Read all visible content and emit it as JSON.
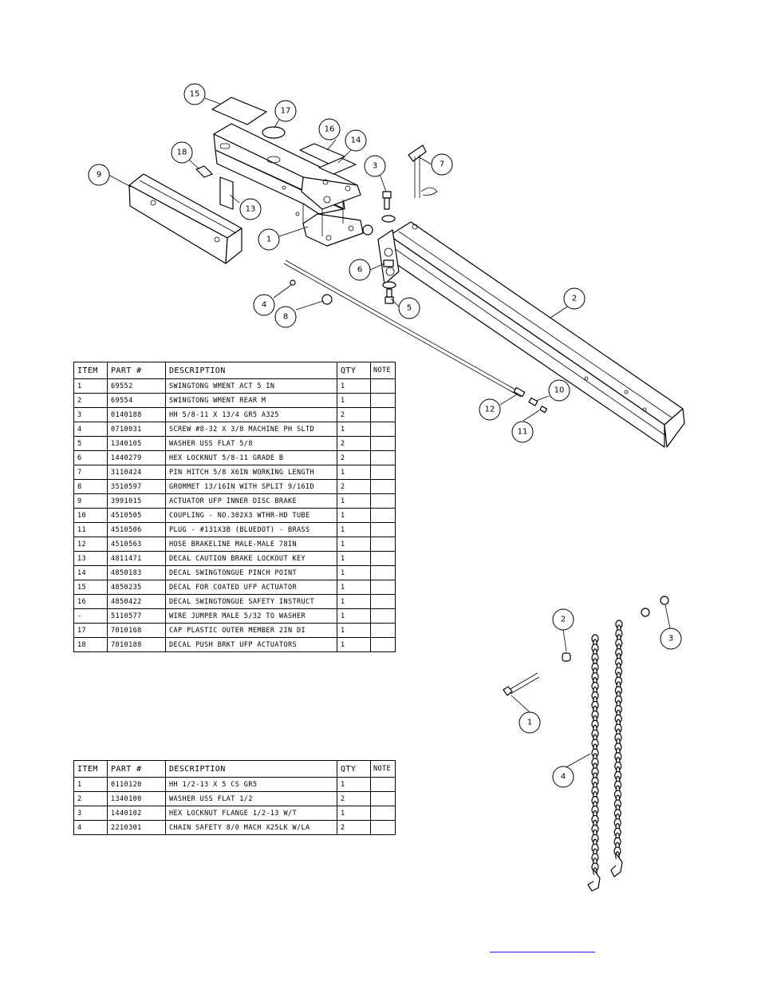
{
  "diagram1": {
    "callouts": [
      "1",
      "2",
      "3",
      "4",
      "5",
      "6",
      "7",
      "8",
      "9",
      "10",
      "11",
      "12",
      "13",
      "14",
      "15",
      "16",
      "17",
      "18"
    ]
  },
  "diagram2": {
    "callouts": [
      "1",
      "2",
      "3",
      "4"
    ]
  },
  "table1": {
    "headers": [
      "ITEM",
      "PART #",
      "DESCRIPTION",
      "QTY",
      "NOTE"
    ],
    "rows": [
      [
        "1",
        "69552",
        "SWINGTONG WMENT ACT 5 IN",
        "1",
        ""
      ],
      [
        "2",
        "69554",
        "SWINGTONG WMENT REAR M",
        "1",
        ""
      ],
      [
        "3",
        "0140188",
        "HH 5/8-11 X 13/4  GR5 A325",
        "2",
        ""
      ],
      [
        "4",
        "0710031",
        "SCREW #8-32 X 3/8 MACHINE PH SLTD",
        "1",
        ""
      ],
      [
        "5",
        "1340105",
        "WASHER USS FLAT 5/8",
        "2",
        ""
      ],
      [
        "6",
        "1440279",
        "HEX LOCKNUT 5/8-11 GRADE B",
        "2",
        ""
      ],
      [
        "7",
        "3110424",
        "PIN HITCH 5/8 X6IN WORKING LENGTH",
        "1",
        ""
      ],
      [
        "8",
        "3510597",
        "GROMMET 13/16IN  WITH SPLIT 9/16ID",
        "2",
        ""
      ],
      [
        "9",
        "3991015",
        "ACTUATOR UFP INNER  DISC BRAKE",
        "1",
        ""
      ],
      [
        "10",
        "4510505",
        "COUPLING - NO.302X3 WTHR-HD TUBE",
        "1",
        ""
      ],
      [
        "11",
        "4510506",
        "PLUG - #131X3B (BLUEDOT) - BRASS",
        "1",
        ""
      ],
      [
        "12",
        "4510563",
        "HOSE BRAKELINE MALE-MALE 78IN",
        "1",
        ""
      ],
      [
        "13",
        "4811471",
        "DECAL CAUTION BRAKE LOCKOUT KEY",
        "1",
        ""
      ],
      [
        "14",
        "4850183",
        "DECAL SWINGTONGUE PINCH POINT",
        "1",
        ""
      ],
      [
        "15",
        "4850235",
        "DECAL FOR COATED UFP ACTUATOR",
        "1",
        ""
      ],
      [
        "16",
        "4850422",
        "DECAL SWINGTONGUE SAFETY INSTRUCT",
        "1",
        ""
      ],
      [
        "-",
        "5110577",
        "WIRE JUMPER MALE 5/32 TO WASHER",
        "1",
        ""
      ],
      [
        "17",
        "7010168",
        "CAP  PLASTIC OUTER MEMBER 2IN DI",
        "1",
        ""
      ],
      [
        "18",
        "7010188",
        "DECAL PUSH BRKT UFP ACTUATORS",
        "1",
        ""
      ]
    ]
  },
  "table2": {
    "headers": [
      "ITEM",
      "PART #",
      "DESCRIPTION",
      "QTY",
      "NOTE"
    ],
    "rows": [
      [
        "1",
        "0110120",
        "HH 1/2-13 X 5 CS GR5",
        "1",
        ""
      ],
      [
        "2",
        "1340100",
        "WASHER USS FLAT 1/2",
        "2",
        ""
      ],
      [
        "3",
        "1440102",
        "HEX LOCKNUT FLANGE 1/2-13 W/T",
        "1",
        ""
      ],
      [
        "4",
        "2210301",
        "CHAIN SAFETY 8/0 MACH X25LK W/LA",
        "2",
        ""
      ]
    ]
  },
  "colors": {
    "link": "#1a1aff",
    "line": "#000000"
  }
}
